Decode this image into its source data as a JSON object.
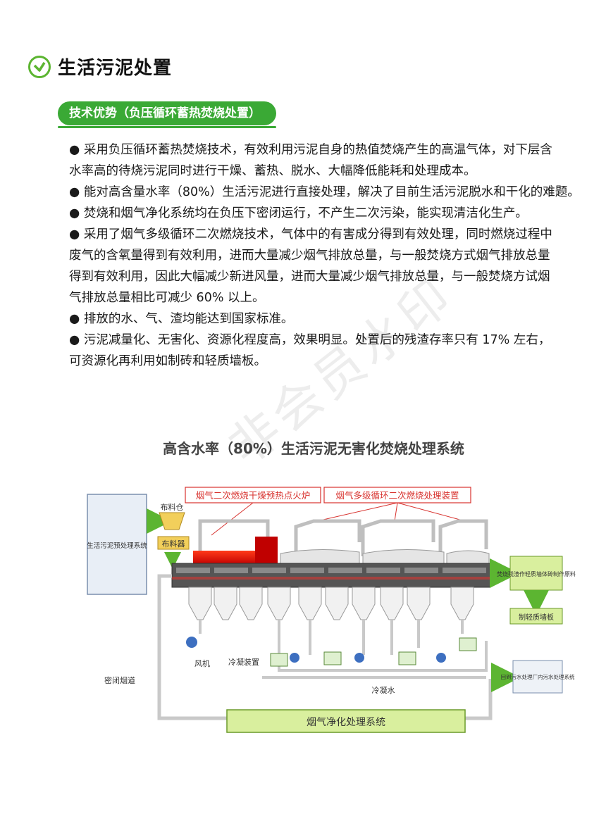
{
  "header": {
    "title": "生活污泥处置"
  },
  "section": {
    "pill": "技术优势（负压循环蓄热焚烧处置）"
  },
  "bullets": [
    "● 采用负压循环蓄热焚烧技术，有效利用污泥自身的热值焚烧产生的高温气体，对下层含",
    "水率高的待烧污泥同时进行干燥、蓄热、脱水、大幅降低能耗和处理成本。",
    "● 能对高含量水率（80%）生活污泥进行直接处理，解决了目前生活污泥脱水和干化的难题。",
    "● 焚烧和烟气净化系统均在负压下密闭运行，不产生二次污染，能实现清洁化生产。",
    "● 采用了烟气多级循环二次燃烧技术，气体中的有害成分得到有效处理，同时燃烧过程中",
    "废气的含氧量得到有效利用，进而大量减少烟气排放总量，与一般焚烧方式烟气排放总量",
    "得到有效利用，因此大幅减少新进风量，进而大量减少烟气排放总量，与一般焚烧方试烟",
    "气排放总量相比可减少 60% 以上。",
    "● 排放的水、气、渣均能达到国家标准。",
    "● 污泥减量化、无害化、资源化程度高，效果明显。处置后的残渣存率只有 17% 左右，",
    "可资源化再利用如制砖和轻质墙板。"
  ],
  "watermark": "非会员水印",
  "diagram": {
    "title": "高含水率（80%）生活污泥无害化焚烧处理系统",
    "label_left_red": "烟气二次燃烧干燥预热点火炉",
    "label_right_red": "烟气多级循环二次燃烧处理装置",
    "pretreat": "生活污泥预处理系统",
    "hopper": "布料仓",
    "feeder": "布料器",
    "ash": "焚烧残渣作轻质墙体砖制作原料",
    "board": "制轻质墙板",
    "wastewater": "回到污水处理厂内污水处理系统",
    "flue": "密闭烟道",
    "fan": "风机",
    "condenser": "冷凝装置",
    "condensate": "冷凝水",
    "purify": "烟气净化处理系统"
  },
  "colors": {
    "green": "#5cb531",
    "pill": "#3aa935",
    "red": "#d8332f",
    "lightgreen": "#d9ef9e",
    "pipe": "#c9c9c9"
  }
}
